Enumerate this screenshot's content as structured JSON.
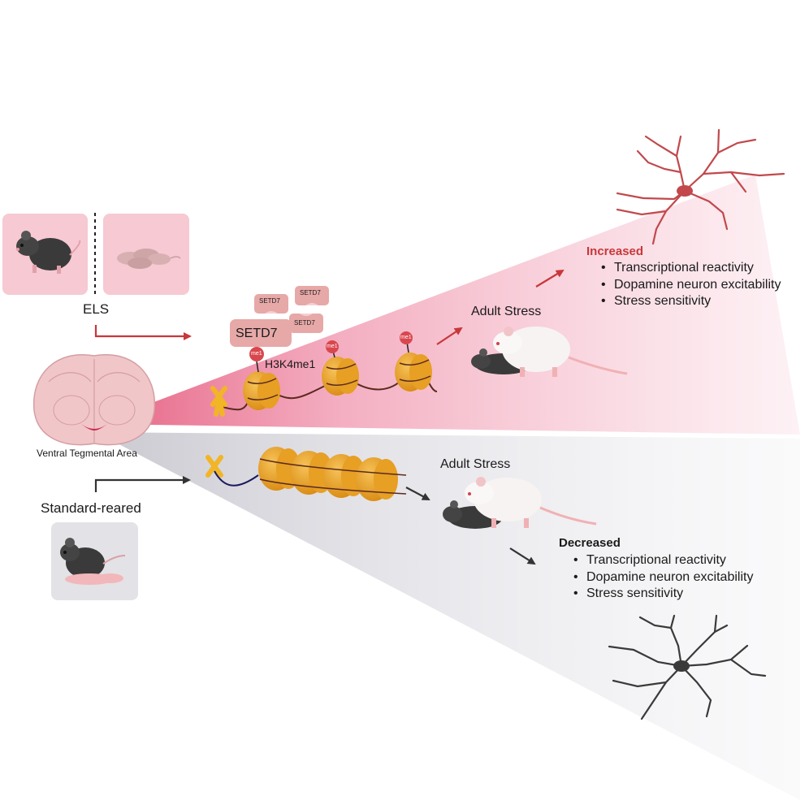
{
  "labels": {
    "els": "ELS",
    "standard_reared": "Standard-reared",
    "brain_region": "Ventral Tegmental Area",
    "setd7_main": "SETD7",
    "setd7_small": "SETD7",
    "h3k4me1": "H3K4me1",
    "me1": "me1",
    "adult_stress": "Adult Stress"
  },
  "outcomes": {
    "increased": {
      "heading": "Increased",
      "items": [
        "Transcriptional reactivity",
        "Dopamine neuron excitability",
        "Stress sensitivity"
      ]
    },
    "decreased": {
      "heading": "Decreased",
      "items": [
        "Transcriptional reactivity",
        "Dopamine neuron excitability",
        "Stress sensitivity"
      ]
    }
  },
  "colors": {
    "els_accent": "#c8373a",
    "standard_accent": "#333333",
    "els_panel": "#f6c9d3",
    "standard_panel": "#e3e2e6",
    "nucleosome": "#e7a12a",
    "chromosome": "#f2b526",
    "me1_mark": "#d9474e",
    "setd7": "#e7a8a8",
    "neuron_els": "#c2484c",
    "neuron_standard": "#3a3a3a"
  }
}
